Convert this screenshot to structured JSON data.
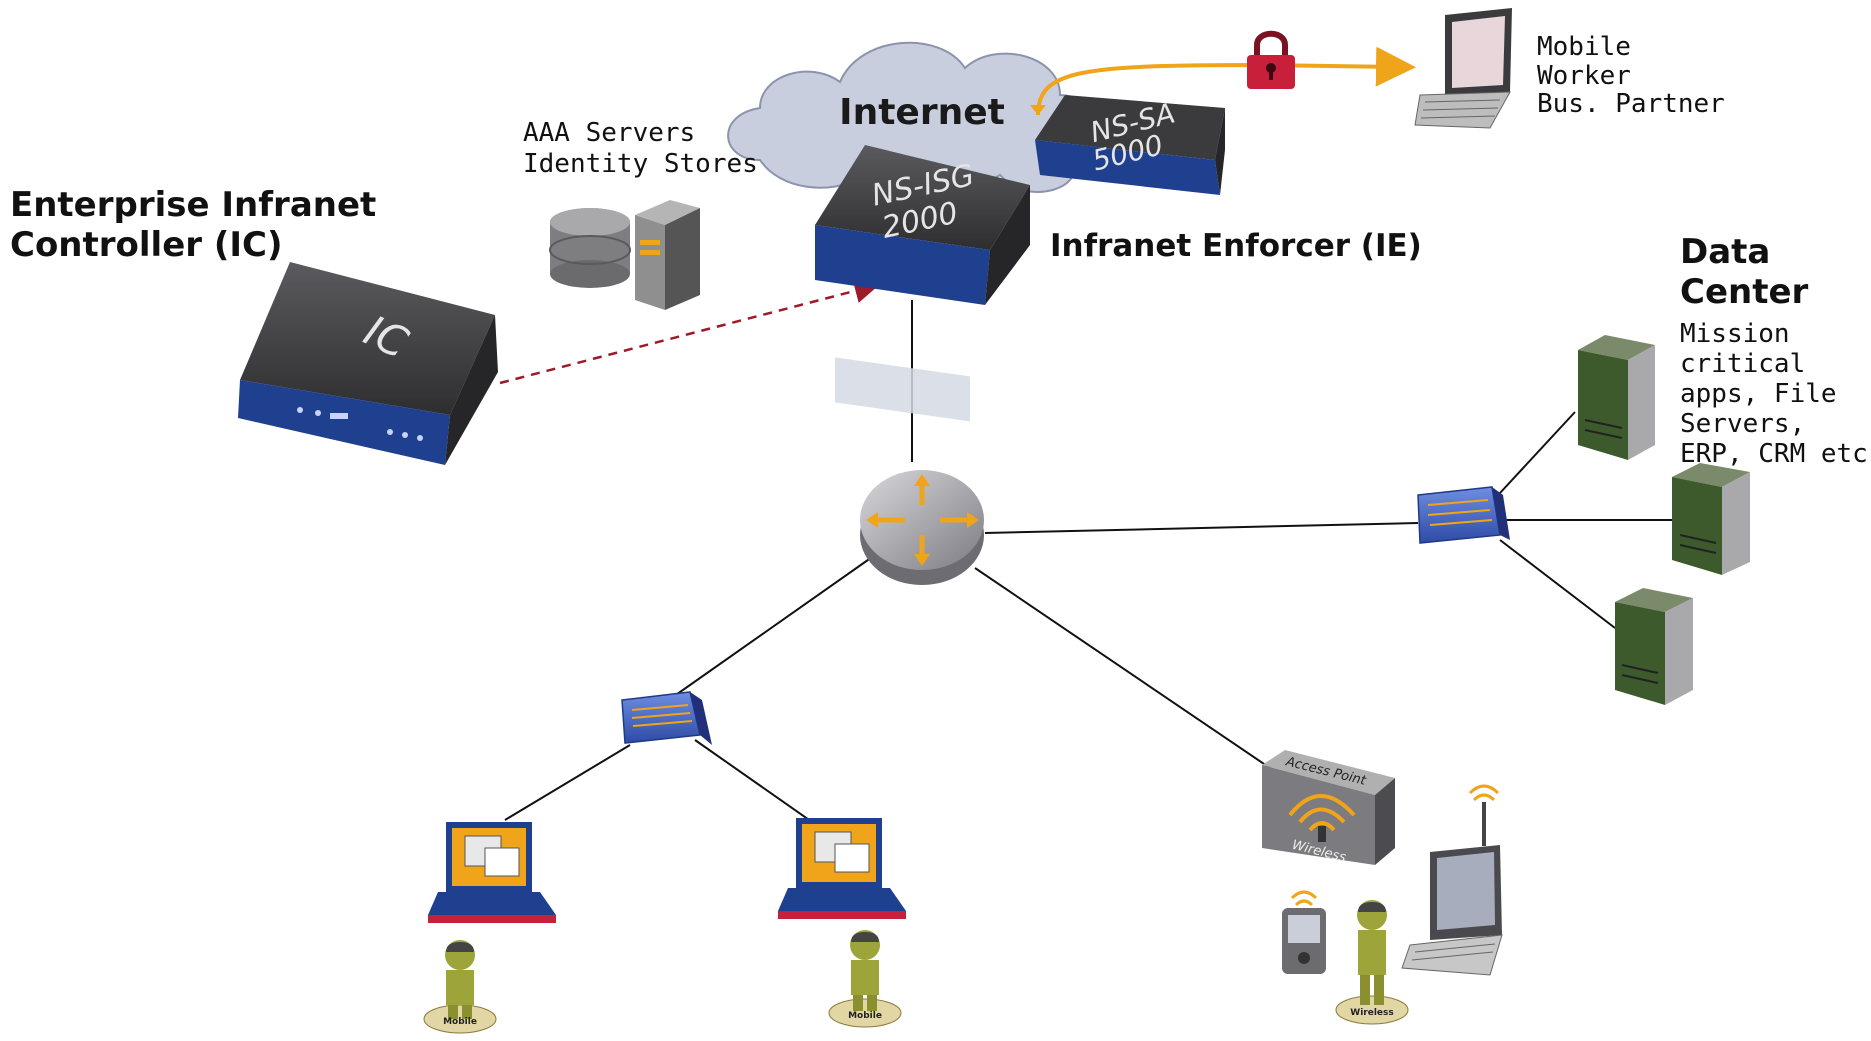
{
  "labels": {
    "internet": "Internet",
    "ns_sa_line1": "NS-SA",
    "ns_sa_line2": "5000",
    "ns_isg_line1": "NS-ISG",
    "ns_isg_line2": "2000",
    "ic_device": "IC",
    "controller_title": "Enterprise Infranet\nController (IC)",
    "aaa": "AAA Servers\nIdentity Stores",
    "enforcer": "Infranet Enforcer (IE)",
    "mobile_worker": "Mobile\nWorker\nBus. Partner",
    "data_center_title": "Data\nCenter",
    "data_center_desc": "Mission critical\napps, File\nServers,\nERP, CRM etc",
    "access_point_top": "Access Point",
    "access_point_bottom": "Wireless",
    "user_badge_1": "Mobile",
    "user_badge_2": "Mobile",
    "user_badge_3": "Wireless"
  },
  "icons": [
    "cloud-icon",
    "lock-icon",
    "laptop-icon",
    "firewall-icon",
    "server-icon",
    "router-icon",
    "switch-icon",
    "access-point-icon",
    "pda-icon",
    "user-icon"
  ],
  "colors": {
    "cloud": "#c9cede",
    "device_dark": "#3a3a3c",
    "device_blue": "#1f3f8f",
    "arrow_orange": "#f0a41a",
    "lock_red": "#c8203a",
    "dashed_red": "#9b1b2a",
    "server_green": "#3d5a2c",
    "switch_blue": "#3a5ec6",
    "user_green": "#9da43a"
  }
}
